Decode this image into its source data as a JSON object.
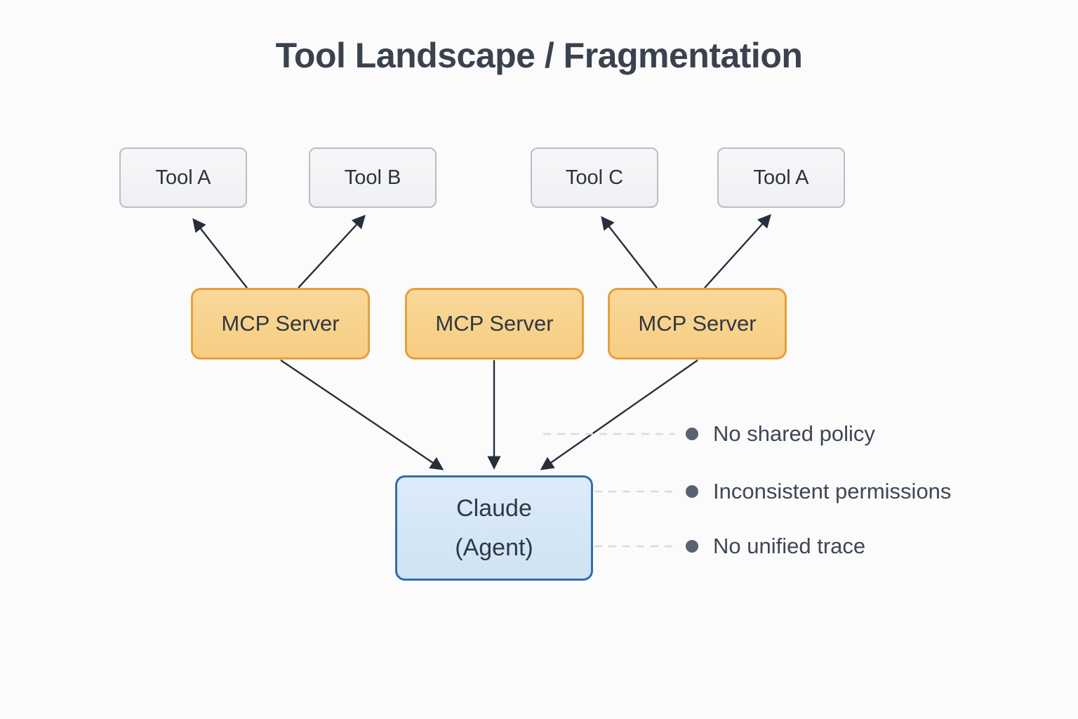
{
  "title": "Tool Landscape / Fragmentation",
  "diagram": {
    "tools": [
      {
        "id": "tool-a-1",
        "label": "Tool A"
      },
      {
        "id": "tool-b",
        "label": "Tool B"
      },
      {
        "id": "tool-c",
        "label": "Tool C"
      },
      {
        "id": "tool-a-2",
        "label": "Tool A"
      }
    ],
    "servers": [
      {
        "id": "mcp-server-1",
        "label": "MCP Server"
      },
      {
        "id": "mcp-server-2",
        "label": "MCP Server"
      },
      {
        "id": "mcp-server-3",
        "label": "MCP Server"
      }
    ],
    "agent": {
      "id": "claude-agent",
      "line1": "Claude",
      "line2": "(Agent)"
    },
    "connections": [
      {
        "from": "mcp-server-1",
        "to": "tool-a-1",
        "style": "arrow"
      },
      {
        "from": "mcp-server-1",
        "to": "tool-b",
        "style": "arrow"
      },
      {
        "from": "mcp-server-3",
        "to": "tool-c",
        "style": "arrow"
      },
      {
        "from": "mcp-server-3",
        "to": "tool-a-2",
        "style": "arrow"
      },
      {
        "from": "mcp-server-1",
        "to": "claude-agent",
        "style": "arrow"
      },
      {
        "from": "mcp-server-2",
        "to": "claude-agent",
        "style": "arrow"
      },
      {
        "from": "mcp-server-3",
        "to": "claude-agent",
        "style": "arrow"
      },
      {
        "from": "claude-agent",
        "to": "issue-1",
        "style": "dashed"
      },
      {
        "from": "claude-agent",
        "to": "issue-2",
        "style": "dashed"
      },
      {
        "from": "claude-agent",
        "to": "issue-3",
        "style": "dashed"
      }
    ]
  },
  "issues": {
    "items": [
      "No shared policy",
      "Inconsistent permissions",
      "No unified trace"
    ]
  },
  "colors": {
    "page_bg": "#fbfbfc",
    "title_text": "#3a424f",
    "tool_border": "#b9bdc4",
    "tool_text": "#2b323d",
    "server_fill": "#f7cd82",
    "server_border": "#e69f3c",
    "server_text": "#2f3742",
    "agent_fill": "#cfe3f4",
    "agent_border": "#2e6fae",
    "agent_text": "#2e3947",
    "arrow": "#262f3b",
    "dashed": "#d8dadd",
    "bullet_dot": "#596270",
    "body_text": "#3e4755"
  }
}
